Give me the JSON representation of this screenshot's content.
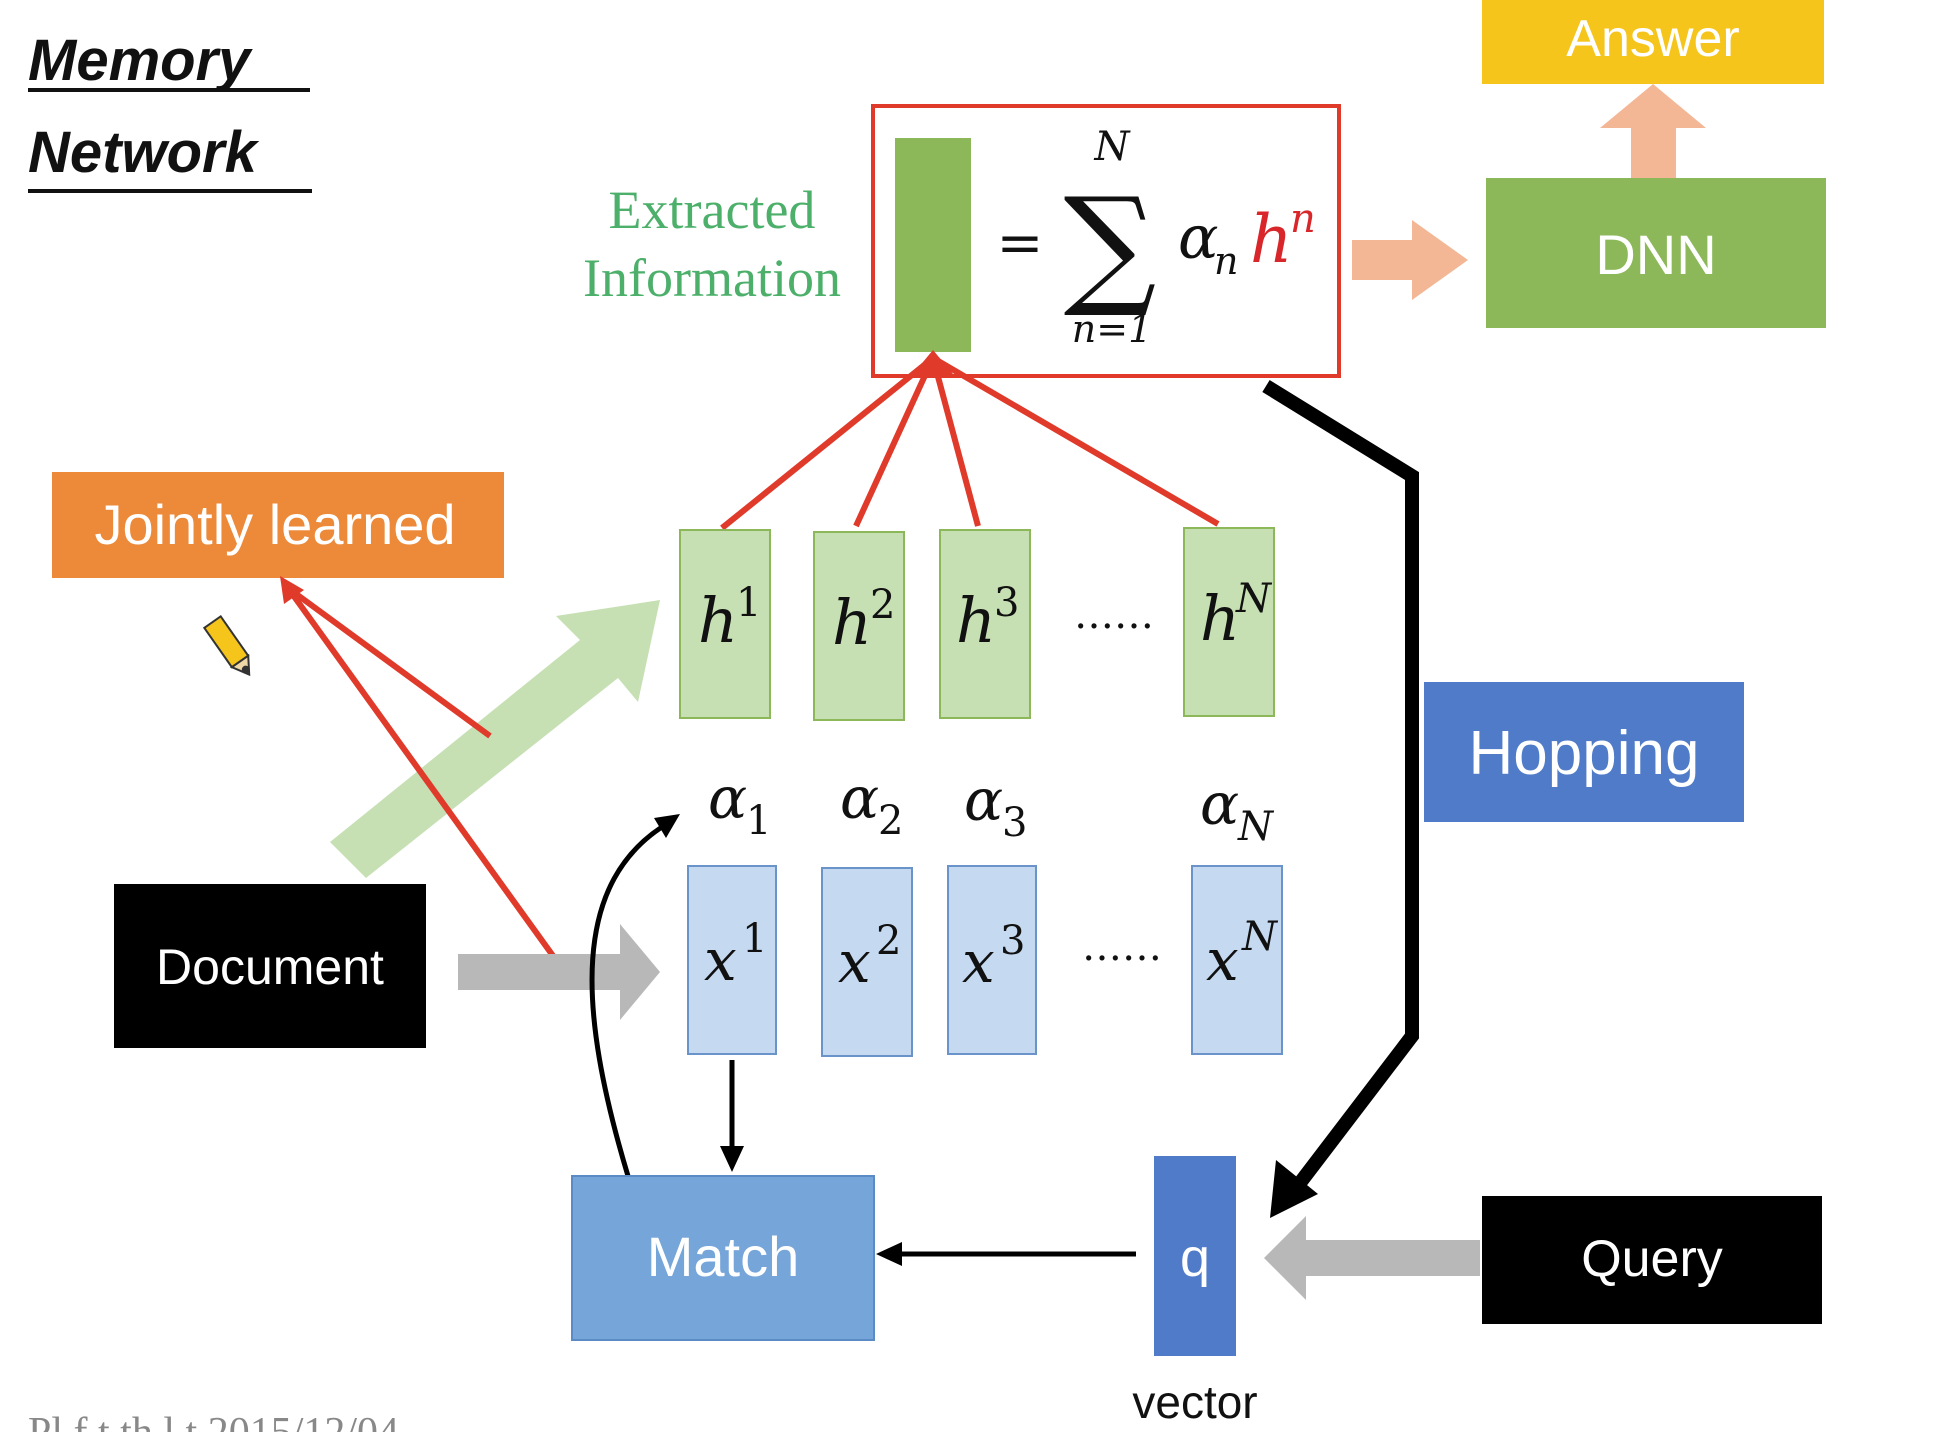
{
  "title": {
    "line1": "Memory",
    "line2": "Network"
  },
  "extracted": {
    "line1": "Extracted",
    "line2": "Information"
  },
  "formula": {
    "equals": "=",
    "sigma": "∑",
    "upper": "N",
    "lower": "n=1",
    "alpha": "α",
    "alpha_sub": "n",
    "h": "h",
    "h_sup": "n"
  },
  "labels": {
    "answer": "Answer",
    "dnn": "DNN",
    "jointly": "Jointly learned",
    "hopping": "Hopping",
    "document": "Document",
    "match": "Match",
    "q": "q",
    "query": "Query",
    "vector": "vector",
    "footer_partial": "Pl        f   t   th   l  t        2015/12/04"
  },
  "h_cells": [
    {
      "base": "h",
      "sup": "1"
    },
    {
      "base": "h",
      "sup": "2"
    },
    {
      "base": "h",
      "sup": "3"
    },
    {
      "base": "h",
      "sup": "N"
    }
  ],
  "x_cells": [
    {
      "base": "x",
      "sup": "1"
    },
    {
      "base": "x",
      "sup": "2"
    },
    {
      "base": "x",
      "sup": "3"
    },
    {
      "base": "x",
      "sup": "N"
    }
  ],
  "alphas": [
    {
      "base": "α",
      "sub": "1"
    },
    {
      "base": "α",
      "sub": "2"
    },
    {
      "base": "α",
      "sub": "3"
    },
    {
      "base": "α",
      "sub": "N"
    }
  ],
  "ellipsis": "……",
  "colors": {
    "green_box": "#8cb85a",
    "light_green": "#c6e0b4",
    "light_blue": "#c5d9f0",
    "mid_blue": "#76a5d9",
    "dark_blue": "#4f7bc8",
    "orange": "#ec8a3a",
    "yellow": "#f5c51c",
    "red": "#e03a2a",
    "gray_arrow": "#b8b8b8",
    "peach_arrow": "#f4b796",
    "text_green": "#4caf6a"
  }
}
